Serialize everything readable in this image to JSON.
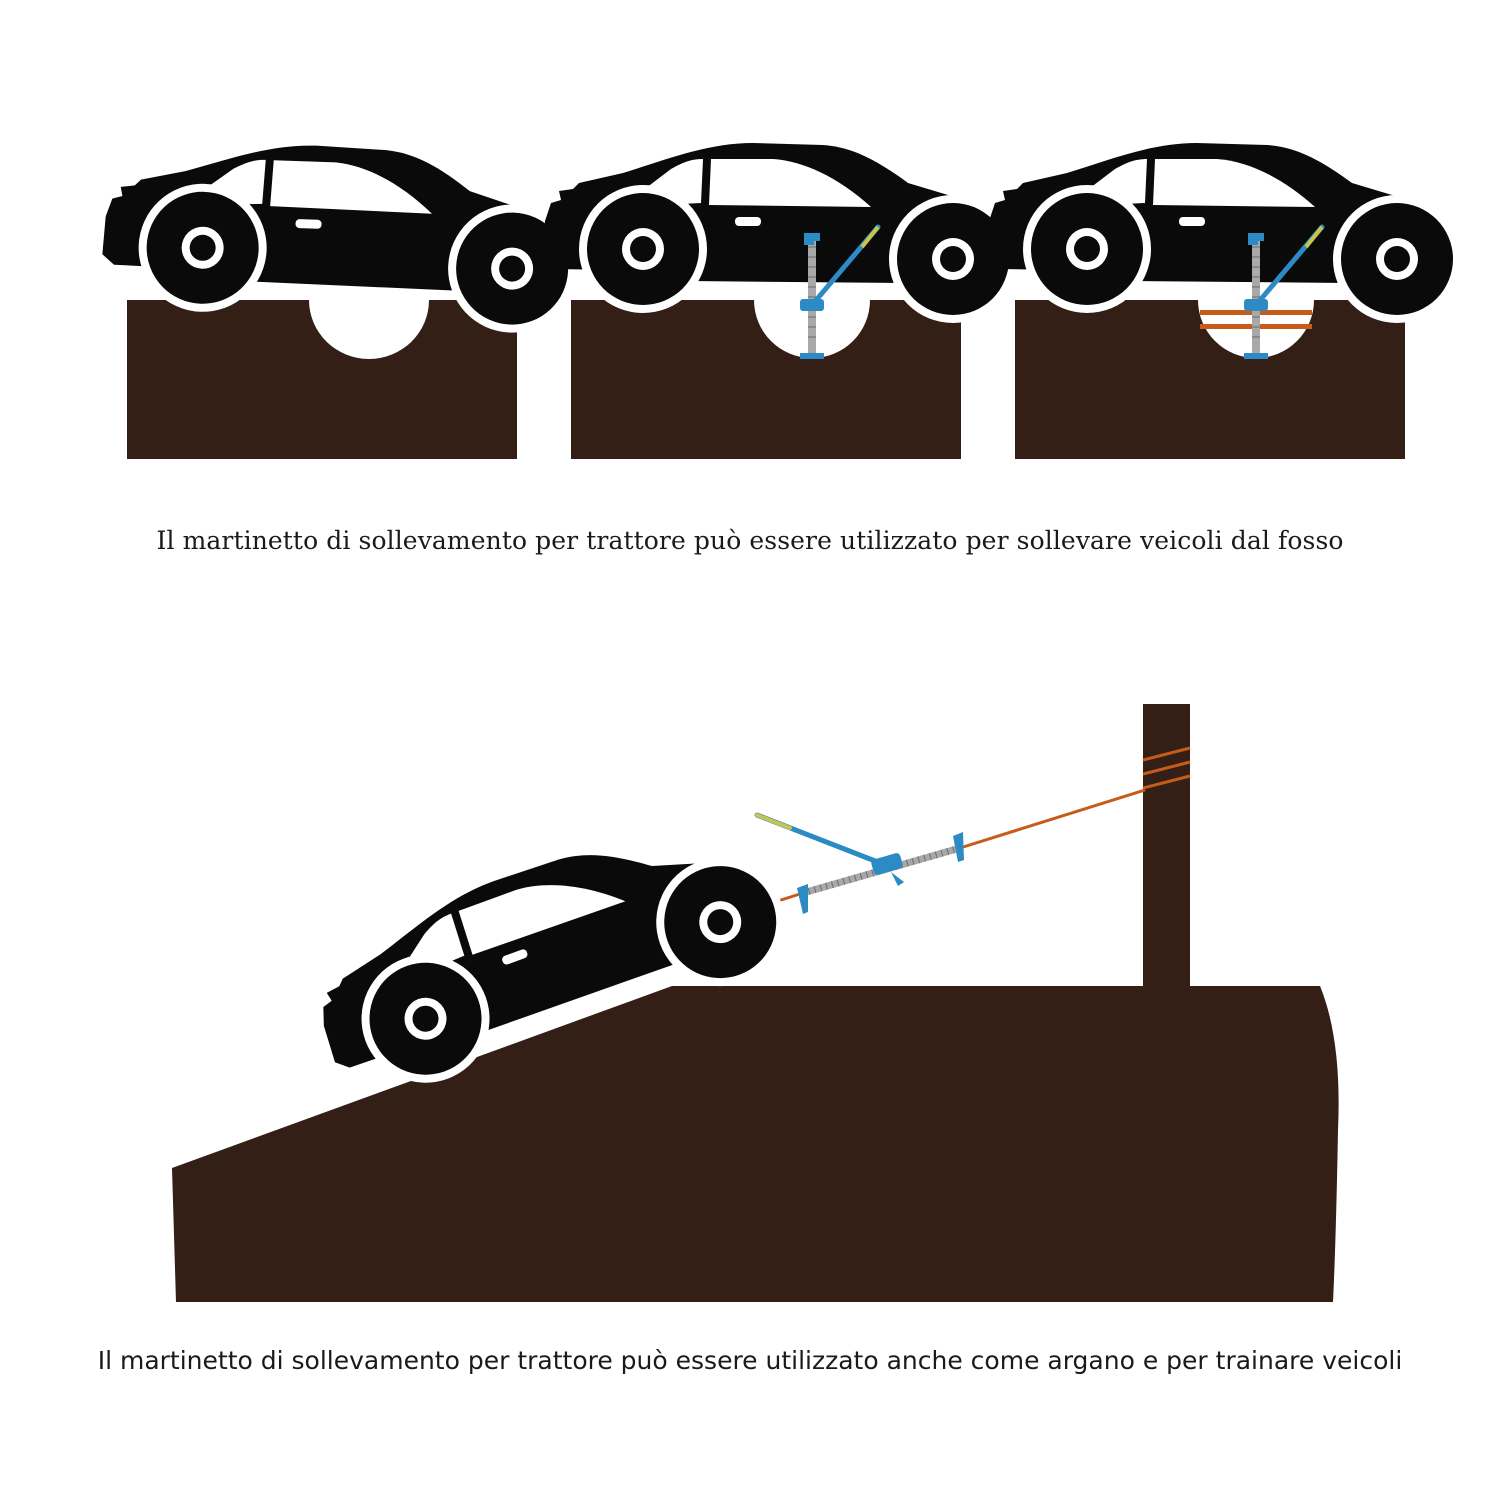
{
  "captions": {
    "top": "Il martinetto di sollevamento per trattore può essere utilizzato per sollevare veicoli dal fosso",
    "bottom": "Il martinetto di sollevamento per trattore può essere utilizzato anche come argano e per trainare veicoli"
  },
  "steps": [
    {
      "id": "step-1-car-in-ditch"
    },
    {
      "id": "step-2-jack-placed"
    },
    {
      "id": "step-3-planks-inserted"
    }
  ],
  "colors": {
    "ground": "#341f17",
    "car": "#0a0a0a",
    "jack": "#2c8bc4",
    "jack_shaft": "#a8a8a8",
    "strap": "#c75b1a",
    "background": "#ffffff"
  },
  "icons": {
    "car": "car-silhouette-icon",
    "jack": "farm-jack-icon",
    "post": "anchor-post-icon"
  }
}
